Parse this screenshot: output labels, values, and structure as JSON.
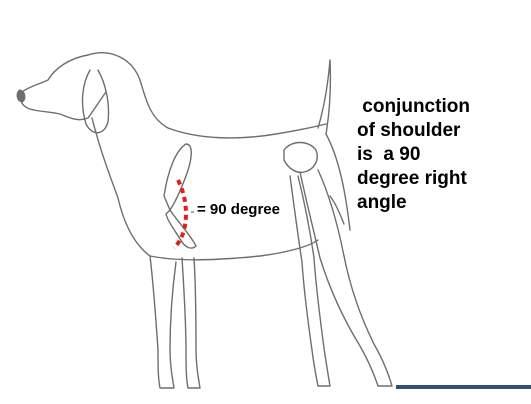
{
  "diagram": {
    "angle_label": "= 90 degree",
    "side_note_lines": [
      " conjunction",
      "of shoulder",
      "is  a 90",
      "degree right",
      "angle"
    ],
    "colors": {
      "outline": "#6e6e6e",
      "angle_marker": "#e0201c",
      "text": "#000000",
      "bottom_bar": "#2f4f80"
    }
  }
}
